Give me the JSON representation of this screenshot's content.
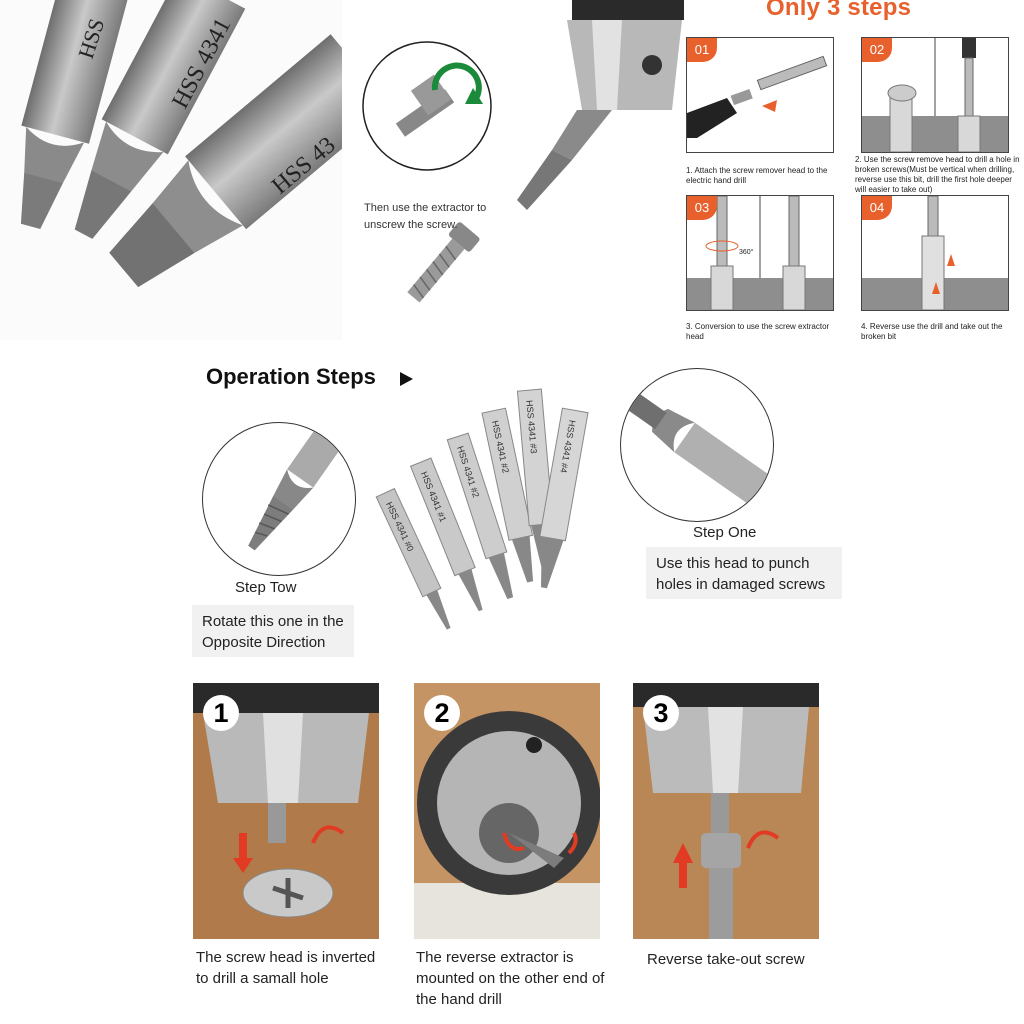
{
  "top": {
    "bit_labels": [
      "HSS",
      "HSS 4341",
      "HSS 43"
    ],
    "unscrew_caption": "Then use the extractor to unscrew the screw.",
    "steps_title": "Only 3 steps",
    "steps": [
      {
        "num": "01",
        "caption": "1. Attach the screw remover head to the electric hand drill"
      },
      {
        "num": "02",
        "caption": "2. Use the screw remove head to drill a hole in broken screws(Must be vertical when drilling, reverse use this bit, drill the first hole deeper will easier to take out)"
      },
      {
        "num": "03",
        "caption": "3. Conversion to use the screw extractor head",
        "angle": "360°"
      },
      {
        "num": "04",
        "caption": "4. Reverse use the drill and take out the broken bit"
      }
    ]
  },
  "operation": {
    "title": "Operation Steps",
    "step_two_label": "Step Tow",
    "step_two_text": "Rotate this one in the Opposite Direction",
    "step_one_label": "Step One",
    "step_one_text": "Use this head to punch holes in damaged screws",
    "bit_set_labels": [
      "HSS 4341 #0",
      "HSS 4341 #1",
      "HSS 4341 #2",
      "HSS 4341 #2",
      "HSS 4341 #3",
      "HSS 4341 #4"
    ]
  },
  "photos": [
    {
      "num": "1",
      "caption": "The screw head is inverted to drill a samall hole"
    },
    {
      "num": "2",
      "caption": "The reverse extractor is mounted on the other end of the hand drill"
    },
    {
      "num": "3",
      "caption": "Reverse take-out screw"
    }
  ],
  "colors": {
    "accent": "#e8612c",
    "metal": "#9a9a9a",
    "wood": "#b07a4a",
    "arrow": "#e23b23",
    "green": "#1b8a3a"
  }
}
